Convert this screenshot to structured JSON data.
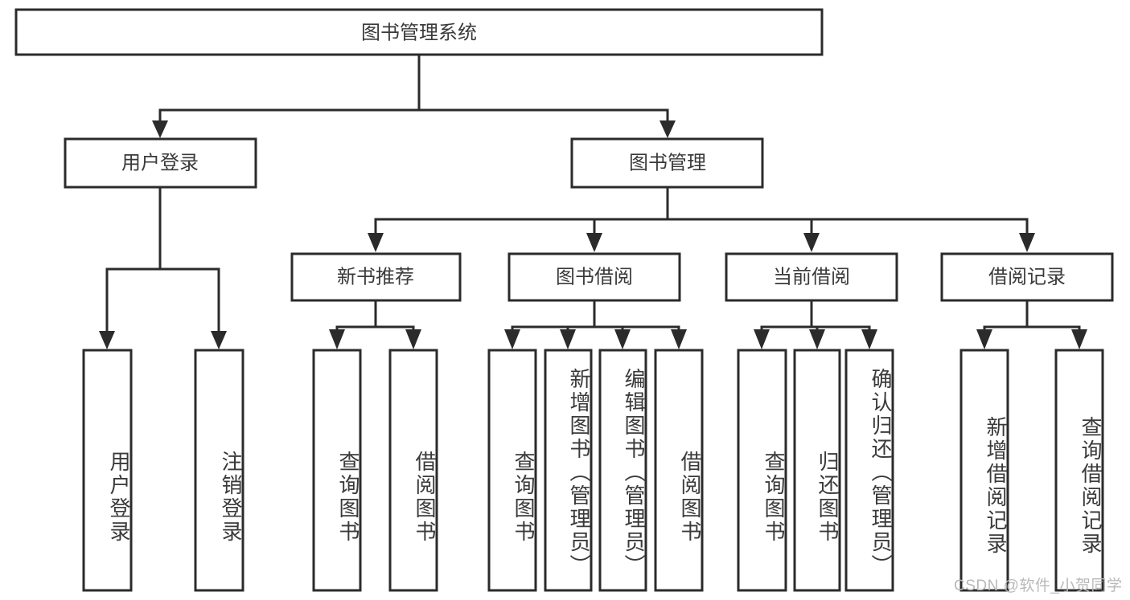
{
  "diagram": {
    "type": "tree-hierarchy",
    "title": "图书管理系统",
    "root": {
      "label": "图书管理系统"
    },
    "level1": [
      {
        "label": "用户登录"
      },
      {
        "label": "图书管理"
      }
    ],
    "level2": [
      {
        "label": "新书推荐",
        "parent": "图书管理"
      },
      {
        "label": "图书借阅",
        "parent": "图书管理"
      },
      {
        "label": "当前借阅",
        "parent": "图书管理"
      },
      {
        "label": "借阅记录",
        "parent": "图书管理"
      }
    ],
    "leaves": [
      {
        "label": "用户登录",
        "parent": "用户登录"
      },
      {
        "label": "注销登录",
        "parent": "用户登录"
      },
      {
        "label": "查询图书",
        "parent": "新书推荐"
      },
      {
        "label": "借阅图书",
        "parent": "新书推荐"
      },
      {
        "label": "查询图书",
        "parent": "图书借阅"
      },
      {
        "label": "新增图书（管理员）",
        "parent": "图书借阅"
      },
      {
        "label": "编辑图书（管理员）",
        "parent": "图书借阅"
      },
      {
        "label": "借阅图书",
        "parent": "图书借阅"
      },
      {
        "label": "查询图书",
        "parent": "当前借阅"
      },
      {
        "label": "归还图书",
        "parent": "当前借阅"
      },
      {
        "label": "确认归还（管理员）",
        "parent": "当前借阅"
      },
      {
        "label": "新增借阅记录",
        "parent": "借阅记录"
      },
      {
        "label": "查询借阅记录",
        "parent": "借阅记录"
      }
    ],
    "watermark": "CSDN @软件_小贺同学",
    "colors": {
      "background": "#ffffff",
      "box_fill": "#ffffff",
      "box_stroke": "#2b2b2b",
      "text": "#3a3a3a",
      "watermark": "#b9b9b9"
    }
  }
}
